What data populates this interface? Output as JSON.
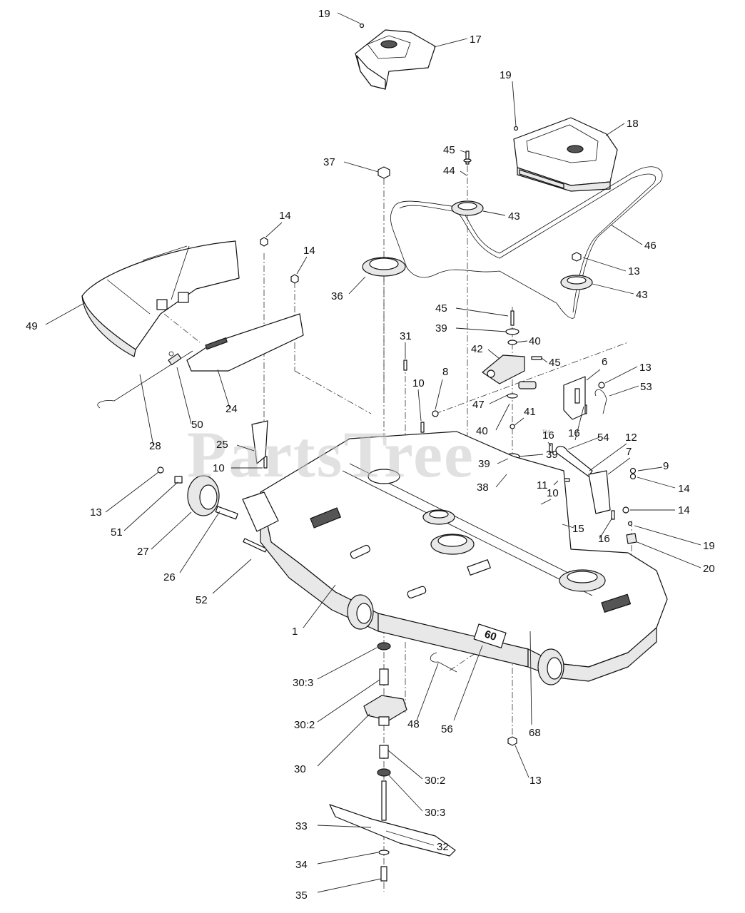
{
  "watermark": "PartsTree",
  "watermark_tm": "™",
  "callouts": [
    {
      "label": "19"
    },
    {
      "label": "17"
    },
    {
      "label": "19"
    },
    {
      "label": "18"
    },
    {
      "label": "45"
    },
    {
      "label": "37"
    },
    {
      "label": "44"
    },
    {
      "label": "43"
    },
    {
      "label": "14"
    },
    {
      "label": "14"
    },
    {
      "label": "46"
    },
    {
      "label": "13"
    },
    {
      "label": "36"
    },
    {
      "label": "43"
    },
    {
      "label": "49"
    },
    {
      "label": "45"
    },
    {
      "label": "39"
    },
    {
      "label": "40"
    },
    {
      "label": "31"
    },
    {
      "label": "42"
    },
    {
      "label": "45"
    },
    {
      "label": "8"
    },
    {
      "label": "6"
    },
    {
      "label": "13"
    },
    {
      "label": "10"
    },
    {
      "label": "53"
    },
    {
      "label": "24"
    },
    {
      "label": "47"
    },
    {
      "label": "50"
    },
    {
      "label": "41"
    },
    {
      "label": "28"
    },
    {
      "label": "40"
    },
    {
      "label": "16"
    },
    {
      "label": "16"
    },
    {
      "label": "54"
    },
    {
      "label": "12"
    },
    {
      "label": "25"
    },
    {
      "label": "39"
    },
    {
      "label": "39"
    },
    {
      "label": "7"
    },
    {
      "label": "10"
    },
    {
      "label": "9"
    },
    {
      "label": "38"
    },
    {
      "label": "11"
    },
    {
      "label": "14"
    },
    {
      "label": "13"
    },
    {
      "label": "10"
    },
    {
      "label": "14"
    },
    {
      "label": "51"
    },
    {
      "label": "15"
    },
    {
      "label": "16"
    },
    {
      "label": "27"
    },
    {
      "label": "19"
    },
    {
      "label": "20"
    },
    {
      "label": "26"
    },
    {
      "label": "52"
    },
    {
      "label": "1"
    },
    {
      "label": "30:3"
    },
    {
      "label": "30:2"
    },
    {
      "label": "48"
    },
    {
      "label": "56"
    },
    {
      "label": "68"
    },
    {
      "label": "30"
    },
    {
      "label": "30:2"
    },
    {
      "label": "13"
    },
    {
      "label": "30:3"
    },
    {
      "label": "33"
    },
    {
      "label": "32"
    },
    {
      "label": "34"
    },
    {
      "label": "35"
    }
  ],
  "decals": {
    "deck_size_badge": "60"
  }
}
